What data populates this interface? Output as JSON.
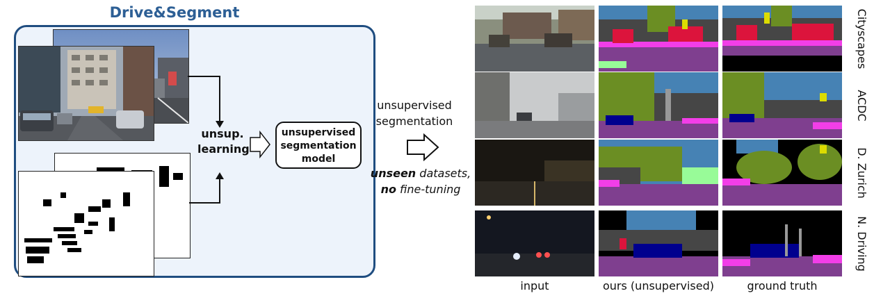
{
  "left_panel": {
    "title": "Drive&Segment",
    "learning_label_1": "unsup.",
    "learning_label_2": "learning",
    "model_label_1": "unsupervised",
    "model_label_2": "segmentation",
    "model_label_3": "model"
  },
  "middle": {
    "line1": "unsupervised",
    "line2": "segmentation",
    "unseen_bold": "unseen",
    "unseen_rest": " datasets,",
    "no_bold": "no",
    "no_rest": " fine-tuning"
  },
  "grid": {
    "columns": [
      "input",
      "ours (unsupervised)",
      "ground truth"
    ],
    "rows": [
      "Cityscapes",
      "ACDC",
      "D. Zurich",
      "N. Driving"
    ]
  },
  "colors": {
    "title_blue": "#2d5f95",
    "panel_border": "#1f4d80",
    "panel_fill": "#edf3fb",
    "road": "#7f3f8f",
    "sidewalk": "#f23ee8",
    "building": "#464646",
    "vegetation": "#6b8e23",
    "sky": "#4682b4",
    "car": "#00008e",
    "person": "#dc143c",
    "sign": "#dcdc00",
    "terrain": "#98fb98",
    "pole": "#999999"
  }
}
